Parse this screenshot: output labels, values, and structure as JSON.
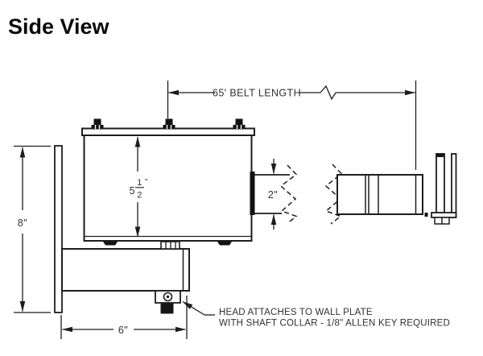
{
  "title": "Side View",
  "drawing": {
    "dim_belt_length": "65' BELT LENGTH",
    "dim_head_height": {
      "whole": "5",
      "num": "1",
      "den": "2",
      "unit": "\""
    },
    "dim_belt_width": "2\"",
    "dim_wall_plate_height": "8\"",
    "dim_arm_length": "6\"",
    "callout_line1": "HEAD ATTACHES TO WALL PLATE",
    "callout_line2": "WITH SHAFT COLLAR - 1/8\" ALLEN KEY REQUIRED",
    "line_color": "#1d1d1d",
    "text_color": "#303030"
  }
}
